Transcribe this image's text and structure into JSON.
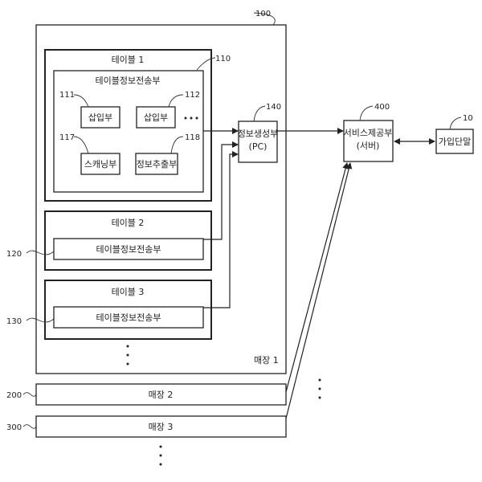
{
  "store1": {
    "ref": "100",
    "label": "매장 1"
  },
  "table1": {
    "title": "테이블 1",
    "ref": "110",
    "sender": {
      "title": "테이블정보전송부",
      "insert_a": {
        "ref": "111",
        "label": "삽입부"
      },
      "insert_b": {
        "ref": "112",
        "label": "삽입부"
      },
      "scanner": {
        "ref": "117",
        "label": "스캐닝부"
      },
      "extractor": {
        "ref": "118",
        "label": "정보추출부"
      }
    }
  },
  "table2": {
    "title": "테이블 2",
    "ref": "120",
    "sender_label": "테이블정보전송부"
  },
  "table3": {
    "title": "테이블 3",
    "ref": "130",
    "sender_label": "테이블정보전송부"
  },
  "info_gen": {
    "ref": "140",
    "line1": "정보생성부",
    "line2": "(PC)"
  },
  "service": {
    "ref": "400",
    "line1": "서비스제공부",
    "line2": "(서버)"
  },
  "terminal": {
    "ref": "10",
    "label": "가입단말"
  },
  "store2": {
    "ref": "200",
    "label": "매장 2"
  },
  "store3": {
    "ref": "300",
    "label": "매장 3"
  }
}
